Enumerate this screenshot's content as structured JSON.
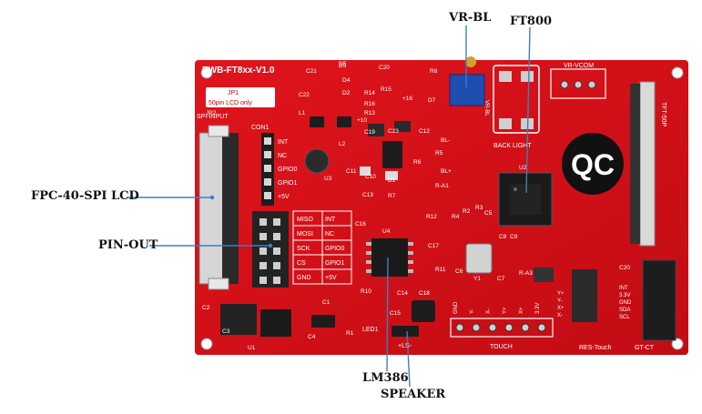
{
  "board": {
    "title": "EWB-FT8xx-V1.0",
    "jumper_label": "JP1",
    "jumper_note": "50pin LCD only",
    "spi_input": "SPI-INPUT",
    "con1": "CON1",
    "con1_pins": [
      "INT",
      "NC",
      "GPIO0",
      "GPIO1",
      "+5V"
    ],
    "pin_table": [
      [
        "MISO",
        "INT"
      ],
      [
        "MOSI",
        "NC"
      ],
      [
        "SCK",
        "GPIO0"
      ],
      [
        "CS",
        "GPIO1"
      ],
      [
        "GND",
        "+5V"
      ]
    ],
    "vr_vcom": "VR-VCOM",
    "vr_bl_silk": "VR-BL",
    "back_light": "BACK LIGHT",
    "logo": "QC",
    "tft": "TFT-50P",
    "touch": "TOUCH",
    "touch_pins": [
      "GND",
      "Y-",
      "X-",
      "Y+",
      "X+",
      "3.3V"
    ],
    "right_pins": [
      "Y+",
      "Y-",
      "X+",
      "X-"
    ],
    "gt_pins": [
      "INT",
      "3.3V",
      "GND",
      "SDA",
      "SCL"
    ],
    "res_touch": "RES-Touch",
    "gt_ct": "GT-CT",
    "ls": "+LS-",
    "led1": "LED1",
    "parts": [
      "C21",
      "D3",
      "C20",
      "R8",
      "C22",
      "D4",
      "R14",
      "R16",
      "R13",
      "D7",
      "R15",
      "L1",
      "D2",
      "D5",
      "+10",
      "+16",
      "C19",
      "C23",
      "C12",
      "L2",
      "R5",
      "R6",
      "C11",
      "C10",
      "D1",
      "R-A1",
      "U3",
      "C13",
      "R7",
      "U2",
      "R4",
      "R2",
      "R3",
      "C5",
      "C16",
      "U4",
      "C17",
      "C8",
      "C9",
      "C6",
      "Y1",
      "C7",
      "R-A3",
      "R10",
      "C14",
      "C18",
      "R11",
      "C1",
      "C15",
      "C2",
      "C4",
      "R1",
      "U1",
      "C20",
      "BL-",
      "BL+",
      "JP2",
      "C3",
      "R12"
    ]
  },
  "callouts": {
    "vr_bl": "VR-BL",
    "ft800": "FT800",
    "fpc": "FPC-40-SPI LCD",
    "pin_out": "PIN-OUT",
    "lm386": "LM386",
    "speaker": "SPEAKER"
  },
  "colors": {
    "pcb": "#d8101a",
    "silk": "#ffffff",
    "leader": "#3a80c0"
  }
}
